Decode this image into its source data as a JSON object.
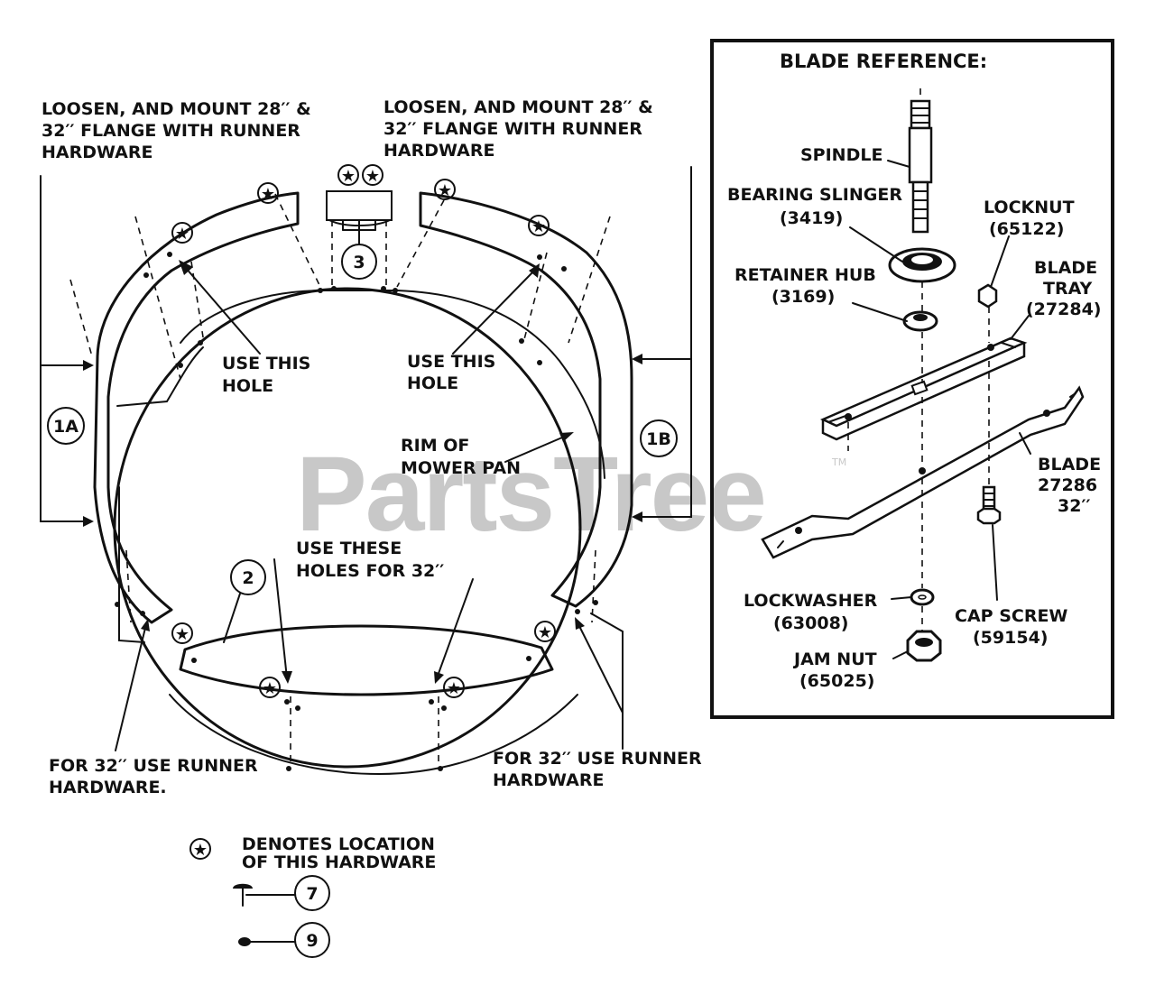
{
  "colors": {
    "ink": "#111111",
    "watermark": "#c8c8c8",
    "background": "#ffffff"
  },
  "labels": {
    "left_top": [
      "LOOSEN, AND MOUNT 28′′ &",
      "32′′ FLANGE WITH RUNNER",
      "HARDWARE"
    ],
    "right_top": [
      "LOOSEN, AND MOUNT 28′′ &",
      "32′′ FLANGE WITH RUNNER",
      "HARDWARE"
    ],
    "use_hole_left": [
      "USE THIS",
      "HOLE"
    ],
    "use_hole_right": [
      "USE THIS",
      "HOLE"
    ],
    "rim": [
      "RIM OF",
      "MOWER PAN"
    ],
    "use_these": [
      "USE THESE",
      "HOLES FOR 32′′"
    ],
    "bottom_left": [
      "FOR 32′′ USE RUNNER",
      "HARDWARE."
    ],
    "bottom_right": [
      "FOR 32′′ USE RUNNER",
      "HARDWARE"
    ],
    "denotes": [
      "DENOTES LOCATION",
      "OF THIS HARDWARE"
    ]
  },
  "callouts": {
    "c1a": "1A",
    "c1b": "1B",
    "c2": "2",
    "c3": "3",
    "c7": "7",
    "c9": "9"
  },
  "blade_reference": {
    "title": "BLADE REFERENCE:",
    "spindle": "SPINDLE",
    "bearing_slinger": [
      "BEARING SLINGER",
      "(3419)"
    ],
    "locknut": [
      "LOCKNUT",
      "(65122)"
    ],
    "retainer_hub": [
      "RETAINER HUB",
      "(3169)"
    ],
    "blade_tray": [
      "BLADE",
      "TRAY",
      "(27284)"
    ],
    "blade": [
      "BLADE",
      "27286",
      "32′′"
    ],
    "lockwasher": [
      "LOCKWASHER",
      "(63008)"
    ],
    "cap_screw": [
      "CAP SCREW",
      "(59154)"
    ],
    "jam_nut": [
      "JAM NUT",
      "(65025)"
    ]
  },
  "watermark": {
    "text": "PartsTree",
    "tm": "TM"
  }
}
